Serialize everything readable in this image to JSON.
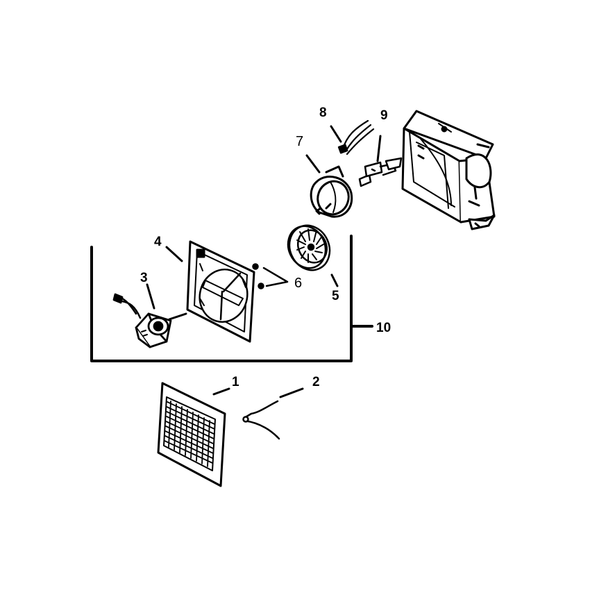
{
  "labels": {
    "part_1": "1",
    "part_2": "2",
    "part_3": "3",
    "part_4": "4",
    "part_5": "5",
    "part_6": "6",
    "part_7": "7",
    "part_8": "8",
    "part_9": "9",
    "part_10": "10"
  }
}
